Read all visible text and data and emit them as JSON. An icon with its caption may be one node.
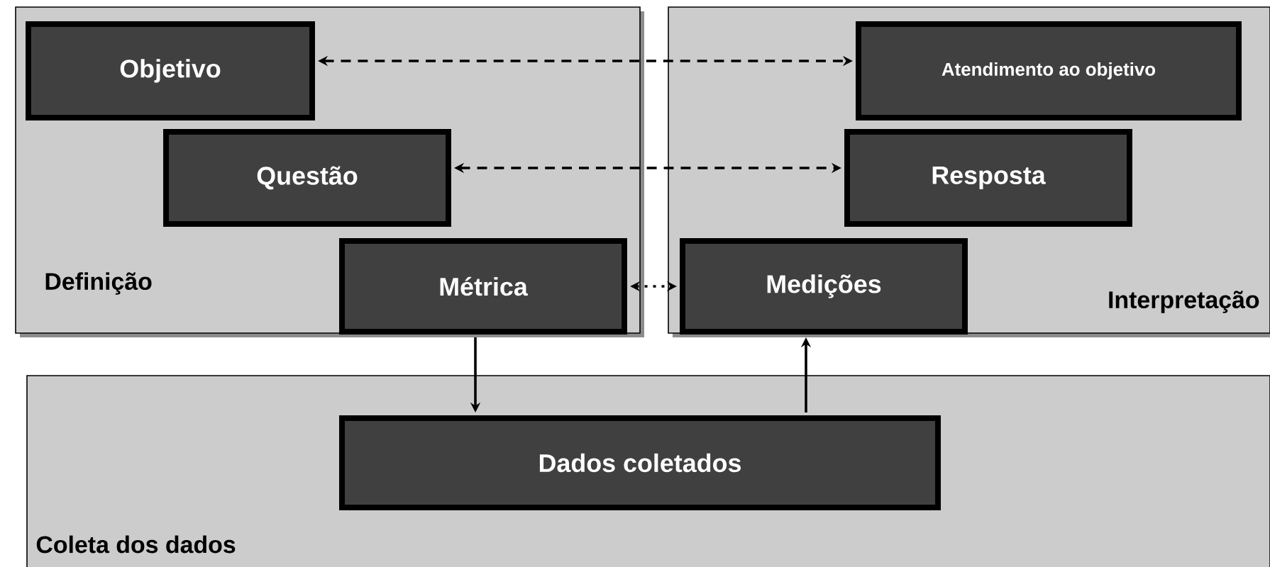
{
  "diagram": {
    "nodes": [
      {
        "text": [
          "Definição"
        ]
      },
      {
        "text": [
          "Objetivo"
        ],
        "in": 0
      },
      {
        "text": [
          "Questão"
        ],
        "in": 0
      },
      {
        "text": [
          "Métrica"
        ],
        "in": 0
      },
      {
        "text": [
          "Interpretação"
        ]
      },
      {
        "text": [
          "Atendimento ao objetivo"
        ],
        "in": 4
      },
      {
        "text": [
          "Resposta"
        ],
        "in": 4
      },
      {
        "text": [
          "Medições"
        ],
        "in": 4
      },
      {
        "text": [
          "Coleta dos dados"
        ]
      },
      {
        "text": [
          "Dados coletados"
        ],
        "in": 8
      }
    ],
    "edges": [
      {
        "from": 1,
        "to": 5,
        "arrow": "both",
        "style": "dashed"
      },
      {
        "from": 2,
        "to": 6,
        "arrow": "both",
        "style": "dashed"
      },
      {
        "from": 3,
        "to": 7,
        "arrow": "both",
        "style": "dashed"
      },
      {
        "from": 3,
        "to": 9,
        "arrow": "to"
      },
      {
        "from": 9,
        "to": 7,
        "arrow": "to"
      }
    ]
  }
}
